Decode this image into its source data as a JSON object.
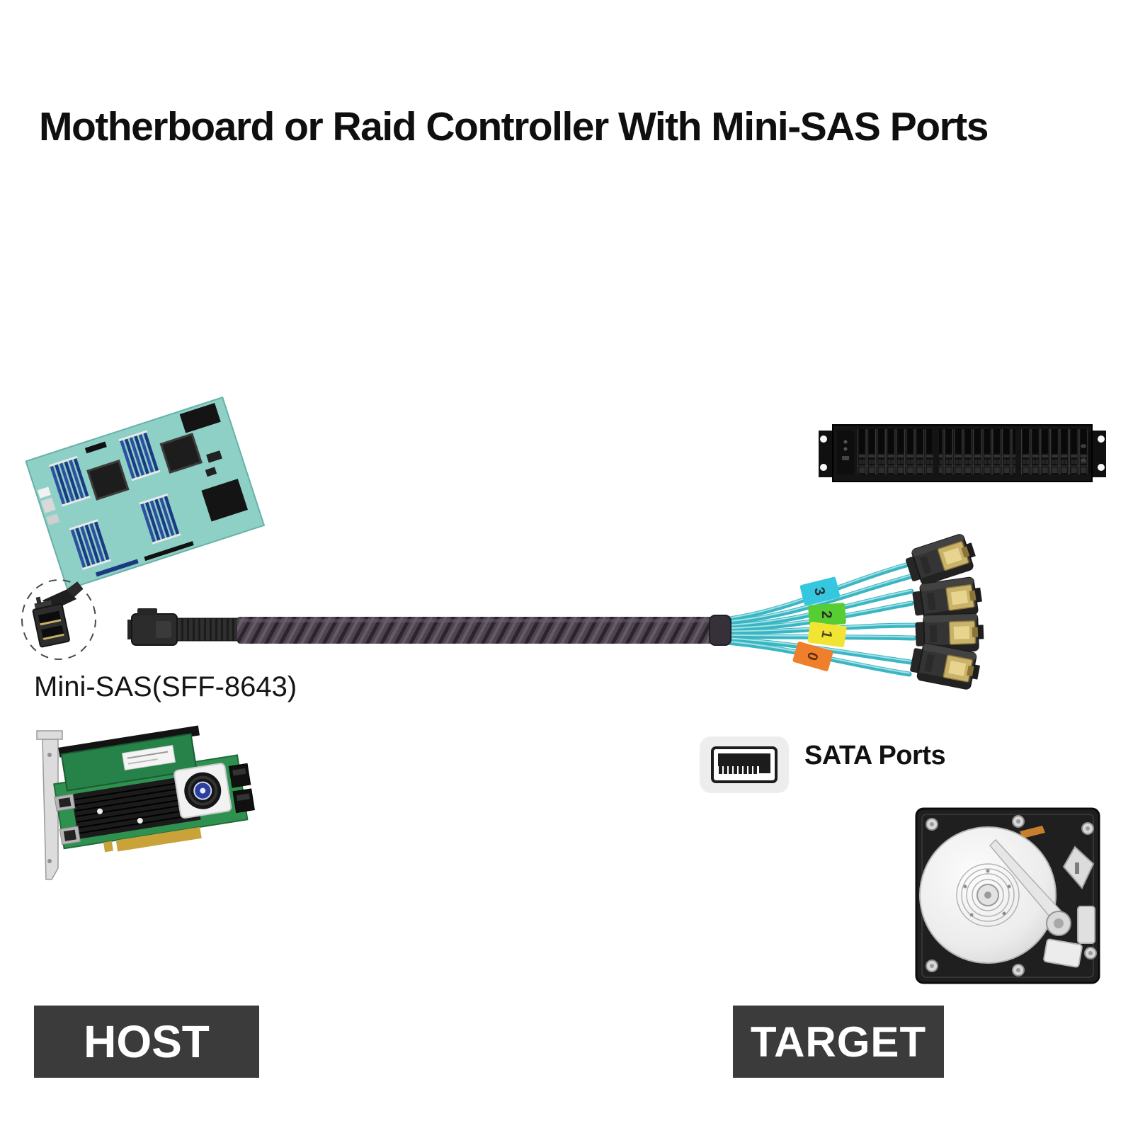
{
  "title": {
    "text": "Motherboard or Raid Controller With Mini-SAS Ports"
  },
  "connector_label": {
    "text": "Mini-SAS(SFF-8643)"
  },
  "sata_label": {
    "text": "SATA Ports"
  },
  "host_badge": {
    "text": "HOST",
    "background": "#3b3b3b",
    "text_color": "#ffffff"
  },
  "target_badge": {
    "text": "TARGET",
    "background": "#3b3b3b",
    "text_color": "#ffffff"
  },
  "cable": {
    "host_end": "mini-sas-sff-8643-connector",
    "target_end": "4x-sata-connectors",
    "wire_color": "#3ab5c2",
    "sleeve_color": "#4e4450",
    "port_tags": [
      {
        "number": "3",
        "color": "#35c7df"
      },
      {
        "number": "2",
        "color": "#56cd32"
      },
      {
        "number": "1",
        "color": "#f2e433"
      },
      {
        "number": "0",
        "color": "#ef7f2a"
      }
    ]
  },
  "illustrations": {
    "motherboard": "dual-socket-server-motherboard-photo",
    "server_chassis": "2u-24-bay-drive-enclosure-photo",
    "raid_controller": "pcie-raid-controller-card-photo",
    "hard_drive": "open-hard-disk-drive-photo"
  }
}
